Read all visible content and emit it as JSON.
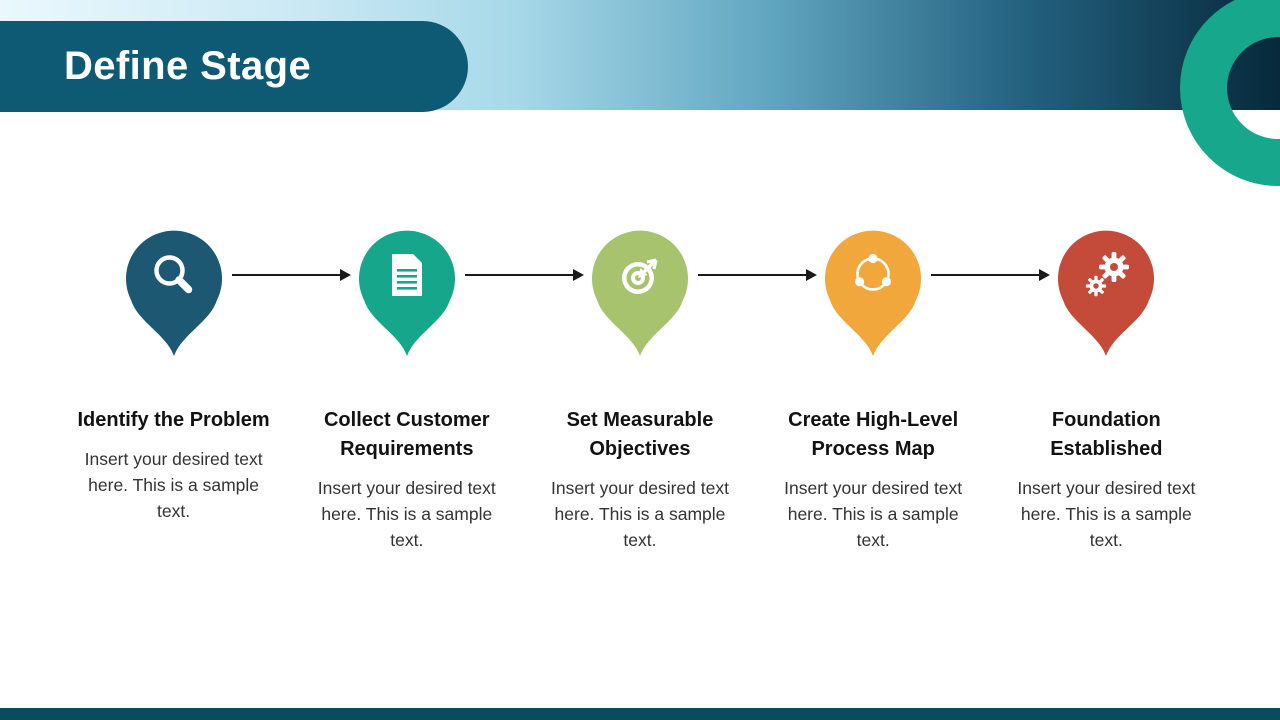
{
  "slide": {
    "title": "Define Stage"
  },
  "colors": {
    "banner_bg": "#0e5a74",
    "band_gradient_start": "#eaf8fd",
    "band_gradient_end": "#07293b",
    "ring_teal": "#17a78c",
    "footer_bar": "#0b4b5e",
    "arrow": "#1a1a1a",
    "title_text": "#121212",
    "body_text": "#333333"
  },
  "steps": [
    {
      "title": "Identify the Problem",
      "description": "Insert your desired text here. This is a sample text.",
      "color": "#1c5871",
      "icon": "search-icon"
    },
    {
      "title": "Collect Customer Requirements",
      "description": "Insert your desired text here. This is a sample text.",
      "color": "#16a68b",
      "icon": "document-icon"
    },
    {
      "title": "Set Measurable Objectives",
      "description": "Insert your desired text here. This is a sample text.",
      "color": "#a8c36d",
      "icon": "target-icon"
    },
    {
      "title": "Create High-Level Process Map",
      "description": "Insert your desired text here. This is a sample text.",
      "color": "#f1a73c",
      "icon": "share-network-icon"
    },
    {
      "title": "Foundation Established",
      "description": "Insert your desired text here. This is a sample text.",
      "color": "#c44b39",
      "icon": "gears-icon"
    }
  ]
}
